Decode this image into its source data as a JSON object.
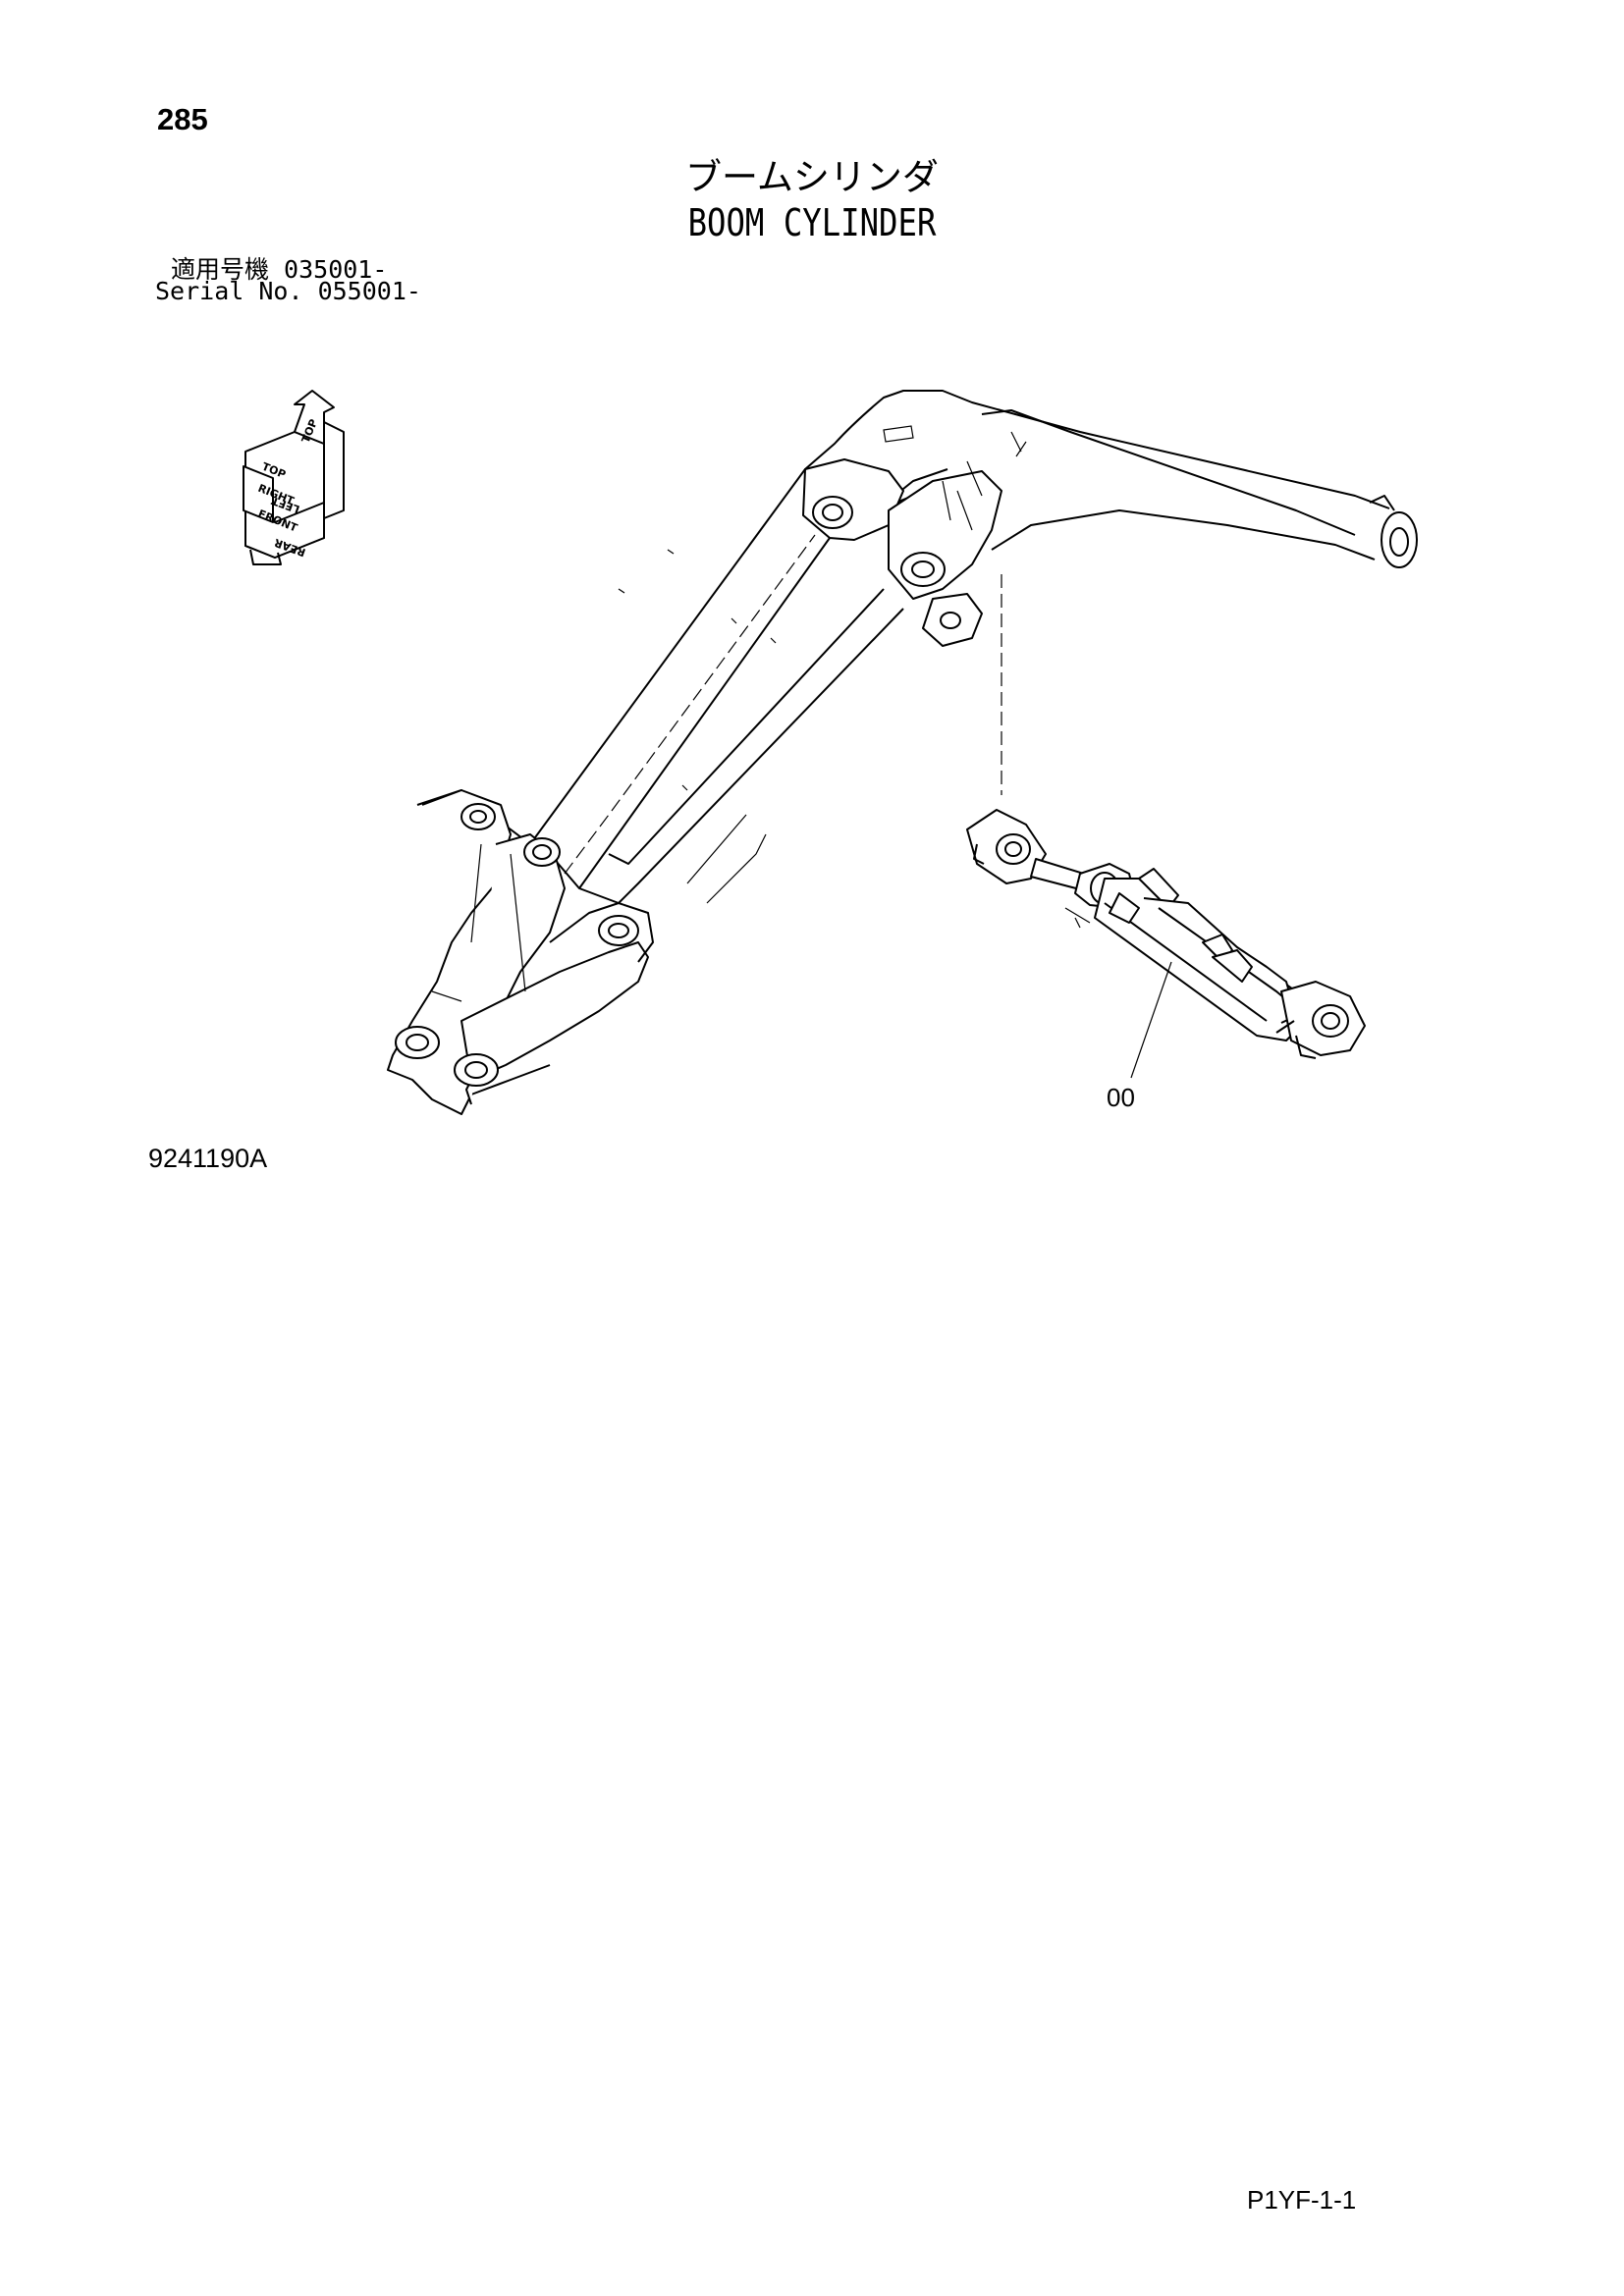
{
  "page": {
    "number": "285",
    "title_jp": "ブームシリンダ",
    "title_en": "BOOM CYLINDER",
    "serial_jp": "適用号機  035001-",
    "serial_en": "Serial No. 055001-",
    "figure_code": "9241190A",
    "page_code": "P1YF-1-1"
  },
  "orientation": {
    "labels": [
      "TOP",
      "RIGHT",
      "FRONT"
    ],
    "mirrored_labels": [
      "LEFT",
      "REAR"
    ]
  },
  "parts": [
    {
      "label": "00"
    }
  ]
}
